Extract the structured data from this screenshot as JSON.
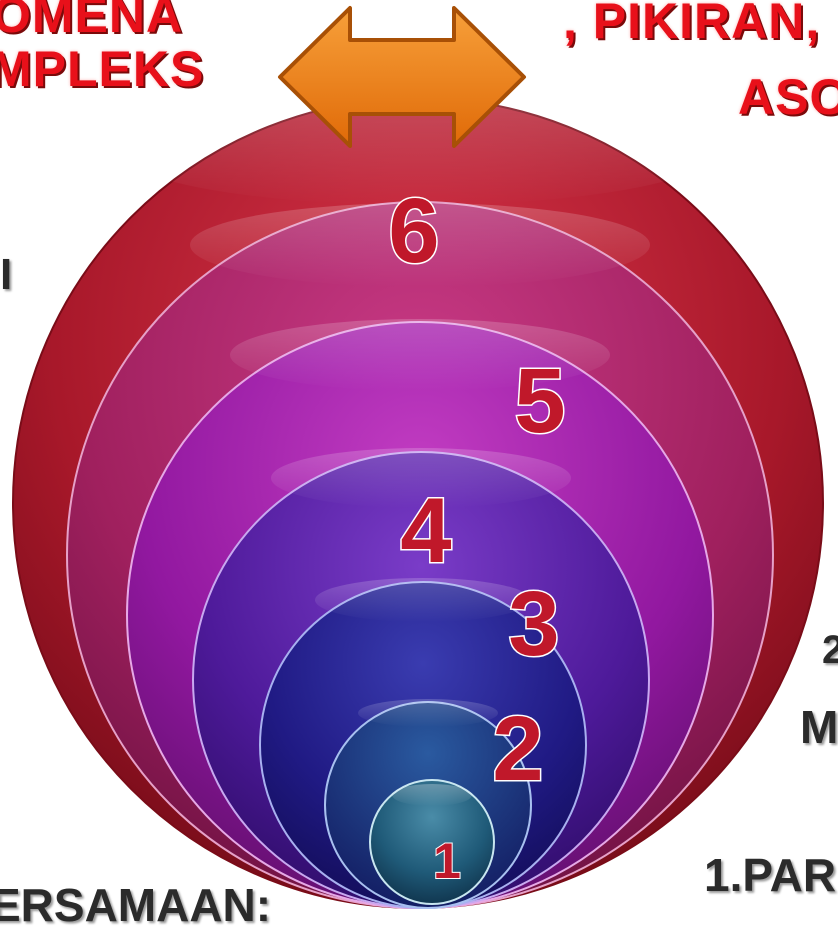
{
  "top_left": {
    "line1": "OMENA",
    "line2": "MPLEKS"
  },
  "top_right": {
    "line1": ", PIKIRAN,",
    "line2": "ASO"
  },
  "left_fragment": "I",
  "bottom_left": "ERSAMAAN:",
  "right_fragments": {
    "r1": "2",
    "r2": "M",
    "r3": "1.PAR"
  },
  "circles": [
    "1",
    "2",
    "3",
    "4",
    "5",
    "6"
  ],
  "colors": {
    "red_text": "#e8101a",
    "arrow": "#f07d12",
    "circle_6": "#b01828",
    "circle_5": "#b0206a",
    "circle_4": "#a01aa0",
    "circle_3": "#5a1aa0",
    "circle_2": "#2a1c8a",
    "circle_1": "#1e5a7a",
    "number_fill": "#c0182a"
  }
}
